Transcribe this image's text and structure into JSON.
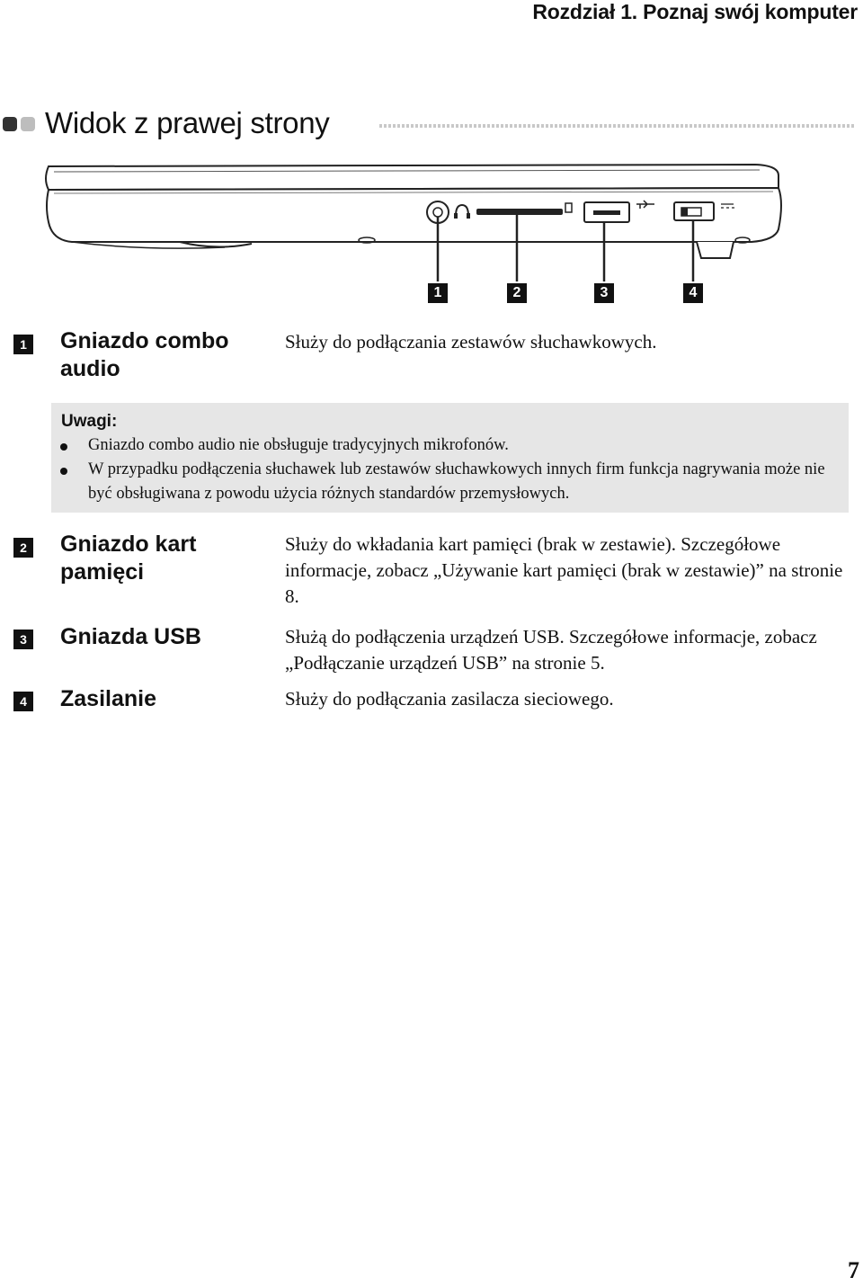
{
  "header": {
    "chapter": "Rozdział 1. Poznaj swój komputer"
  },
  "section": {
    "title": "Widok z prawej strony"
  },
  "illustration": {
    "callouts": [
      "1",
      "2",
      "3",
      "4"
    ]
  },
  "items": [
    {
      "number": "1",
      "label": "Gniazdo combo audio",
      "description": "Służy do podłączania zestawów słuchawkowych."
    },
    {
      "number": "2",
      "label": "Gniazdo kart pamięci",
      "description": "Służy do wkładania kart pamięci (brak w zestawie). Szczegółowe informacje, zobacz „Używanie kart pamięci (brak w zestawie)” na stronie 8."
    },
    {
      "number": "3",
      "label": "Gniazda USB",
      "description": "Służą do podłączenia urządzeń USB. Szczegółowe informacje, zobacz „Podłączanie urządzeń USB” na stronie 5."
    },
    {
      "number": "4",
      "label": "Zasilanie",
      "description": "Służy do podłączania zasilacza sieciowego."
    }
  ],
  "notes": {
    "title": "Uwagi:",
    "items": [
      "Gniazdo combo audio nie obsługuje tradycyjnych mikrofonów.",
      "W przypadku podłączenia słuchawek lub zestawów słuchawkowych innych firm funkcja nagrywania może nie być obsługiwana z powodu użycia różnych standardów przemysłowych."
    ]
  },
  "page_number": "7",
  "colors": {
    "notes_bg": "#e6e6e6",
    "square_dark": "#333333",
    "square_light": "#bdbdbd",
    "rule": "#c8c8c8"
  }
}
